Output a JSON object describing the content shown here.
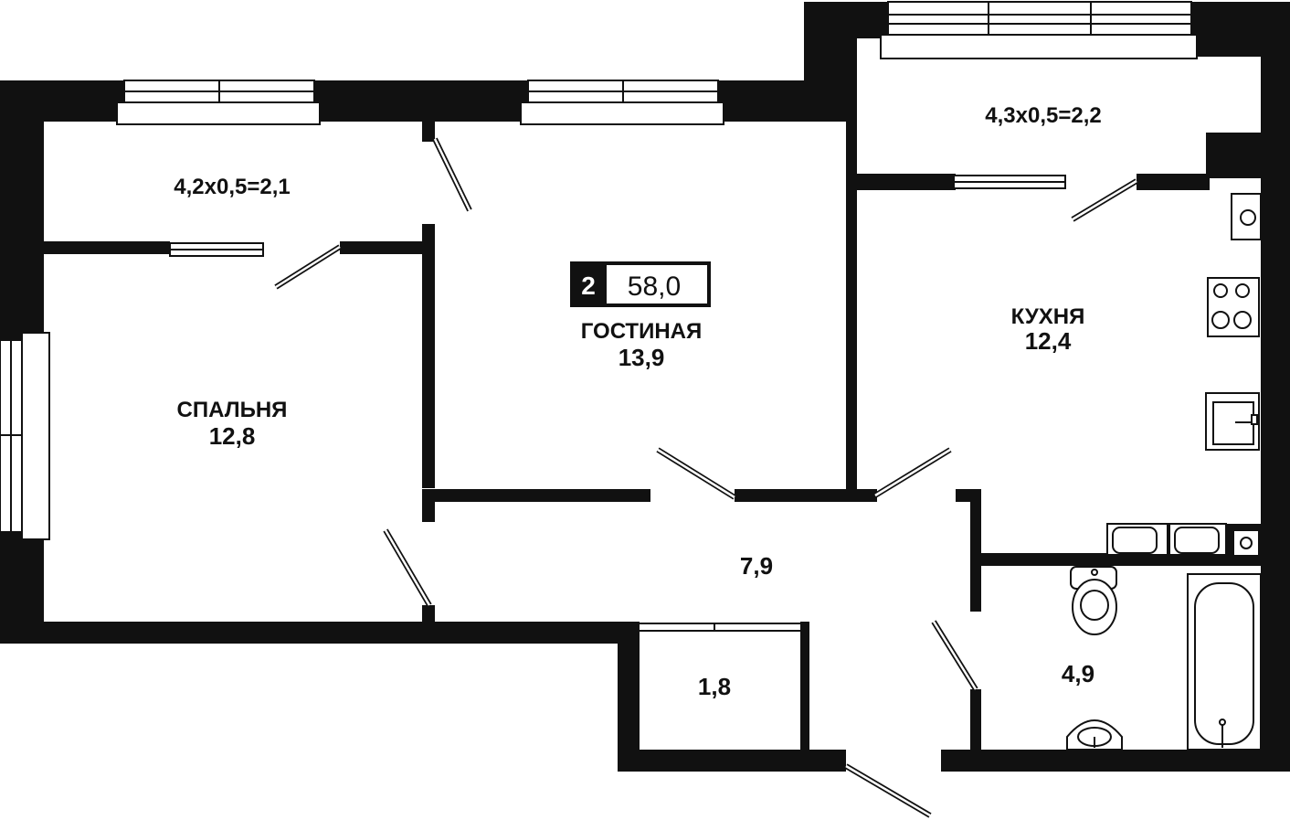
{
  "plan": {
    "rooms_count": "2",
    "total_area": "58,0",
    "rooms": {
      "living": {
        "name": "ГОСТИНАЯ",
        "area": "13,9"
      },
      "bedroom": {
        "name": "СПАЛЬНЯ",
        "area": "12,8"
      },
      "kitchen": {
        "name": "КУХНЯ",
        "area": "12,4"
      },
      "hall": {
        "area": "7,9"
      },
      "storage": {
        "area": "1,8"
      },
      "bathroom": {
        "area": "4,9"
      },
      "balcony_left": {
        "area": "4,2x0,5=2,1"
      },
      "balcony_right": {
        "area": "4,3x0,5=2,2"
      }
    },
    "colors": {
      "wall": "#111111",
      "background": "#ffffff",
      "badge": "#111111"
    }
  }
}
